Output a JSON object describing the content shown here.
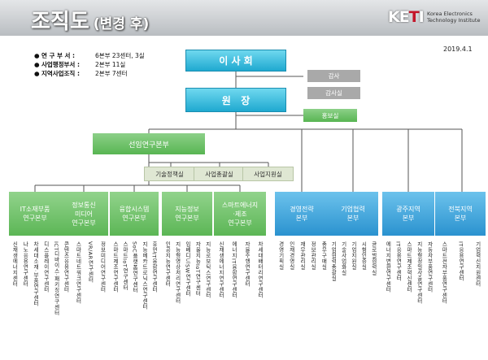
{
  "header": {
    "title": "조직도",
    "subtitle": "(변경 후)",
    "logo_mark_left": "KE",
    "logo_mark_i": "T",
    "logo_mark_right": "I",
    "logo_line1": "Korea Electronics",
    "logo_line2": "Technology Institute"
  },
  "date": "2019.4.1",
  "summary": [
    {
      "bullet": "●",
      "label": "연 구 부 서 :",
      "value": "6본부 23센터, 3실"
    },
    {
      "bullet": "●",
      "label": "사업행정부서 :",
      "value": "2본부 11실"
    },
    {
      "bullet": "●",
      "label": "지역사업조직 :",
      "value": "2본부 7센터"
    }
  ],
  "board": "이 사 회",
  "auditor": "감사",
  "audit_office": "감사실",
  "president": "원   장",
  "pr_office": "홍보실",
  "advanced": {
    "name": "선임연구본부",
    "offices": [
      "기술정책실",
      "사업총괄실",
      "사업지원실"
    ]
  },
  "divisions": [
    {
      "name": "IT소재부품\n연구본부",
      "items": [
        "신재생에너지센터",
        "나노응용연구센터",
        "차세대소재·부품연구센터",
        "디스플레이연구센터",
        "ICT디바이스·패키징연구센터"
      ]
    },
    {
      "name": "정보통신\n미디어\n연구본부",
      "items": [
        "콘텐츠응용연구센터",
        "스마트네트워크연구센터",
        "VR/AR연구센터",
        "정보미디어연구센터"
      ]
    },
    {
      "name": "융합시스템\n연구본부",
      "items": [
        "스마트제조연구센터",
        "스마트IoT연구센터",
        "SoC플랫폼연구센터",
        "지능메카트로닉스연구센터",
        "휴먼IT융합연구센터"
      ]
    },
    {
      "name": "지능정보\n연구본부",
      "items": [
        "인공지능연구센터",
        "지능형영상처리연구센터",
        "임베디드SW연구센터",
        "자율지능IoT연구센터",
        "지능로보틱스연구센터"
      ]
    },
    {
      "name": "스마트에너지\n·제조\n연구본부",
      "items": [
        "신재생에너지연구센터",
        "에너지IT융합연구센터",
        "자율주행연구센터",
        "차세대배터리연구센터"
      ]
    },
    {
      "name": "경영전략\n본부",
      "items": [
        "경영기획실",
        "인재경영실",
        "재무관리실",
        "정보관리실",
        "총무구매실"
      ]
    },
    {
      "name": "기업협력\n본부",
      "items": [
        "기업협력총괄실",
        "기술사업화실",
        "기업지원실",
        "시험인증실",
        "글로벌협력실"
      ]
    },
    {
      "name": "광주지역\n본부",
      "items": [
        "에너지변환연구센터",
        "IT응용연구센터",
        "스마트제조혁신센터",
        "지능형정밀사출연구센터",
        "자동차부품연구센터"
      ]
    },
    {
      "name": "전북지역\n본부",
      "items": [
        "스마트전자부품연구센터",
        "IT응용연구센터",
        "기업혁신지원센터"
      ]
    }
  ]
}
